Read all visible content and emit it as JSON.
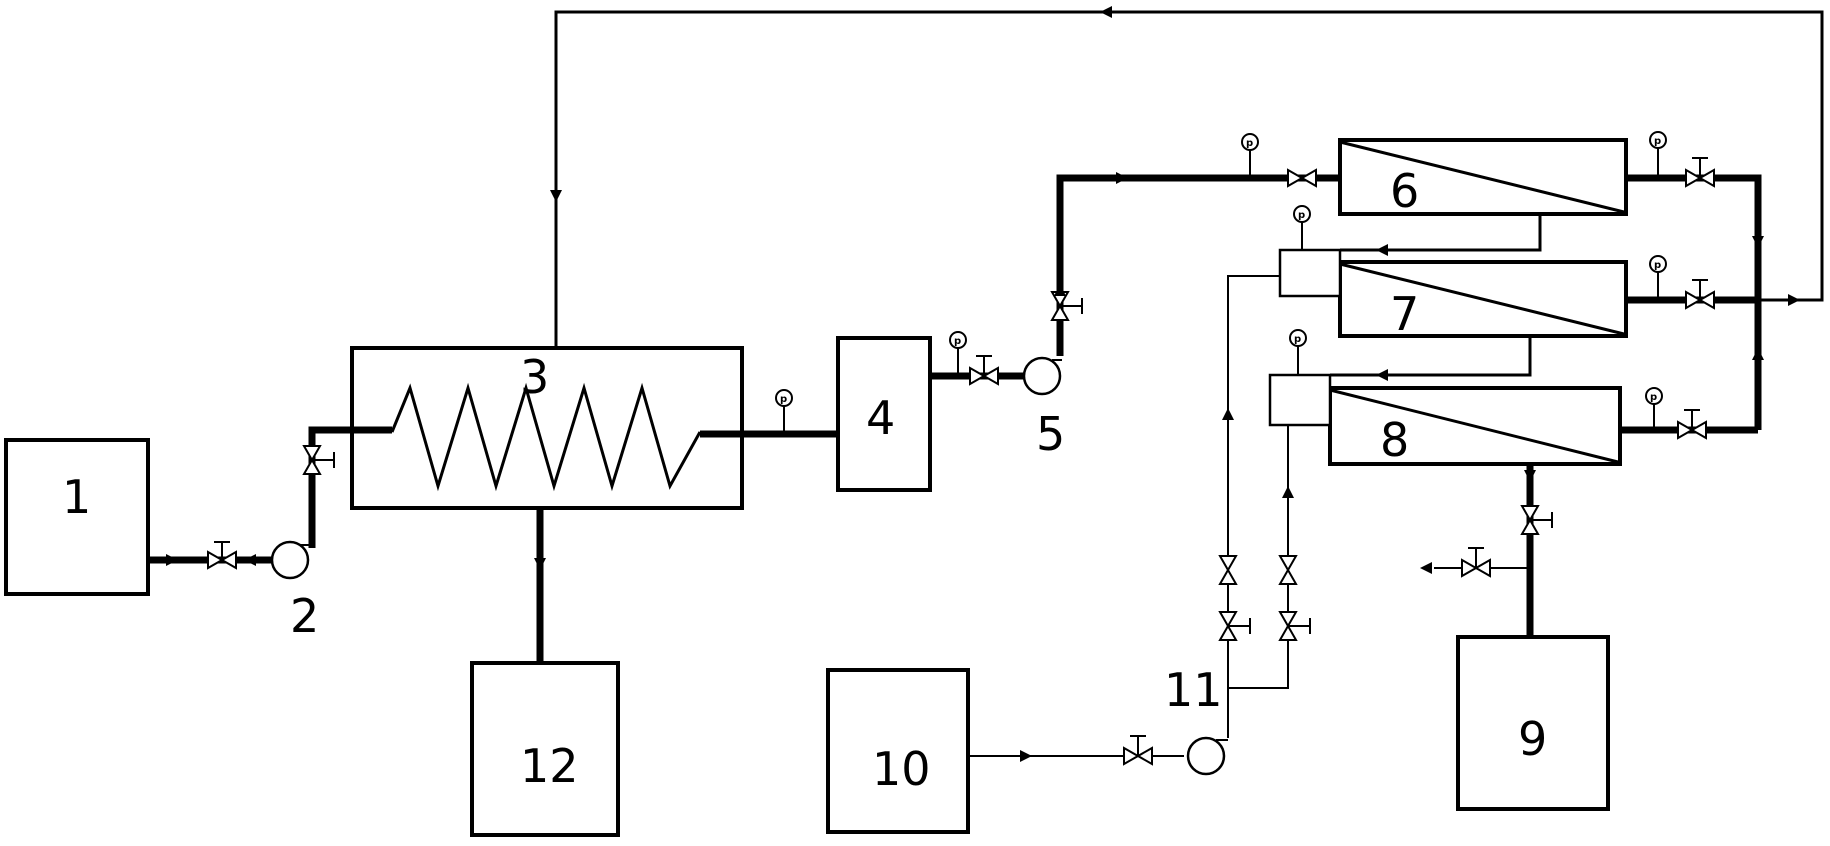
{
  "labels": {
    "n1": "1",
    "n2": "2",
    "n3": "3",
    "n4": "4",
    "n5": "5",
    "n6": "6",
    "n7": "7",
    "n8": "8",
    "n9": "9",
    "n10": "10",
    "n11": "11",
    "n12": "12"
  },
  "gauge_symbol": "p"
}
